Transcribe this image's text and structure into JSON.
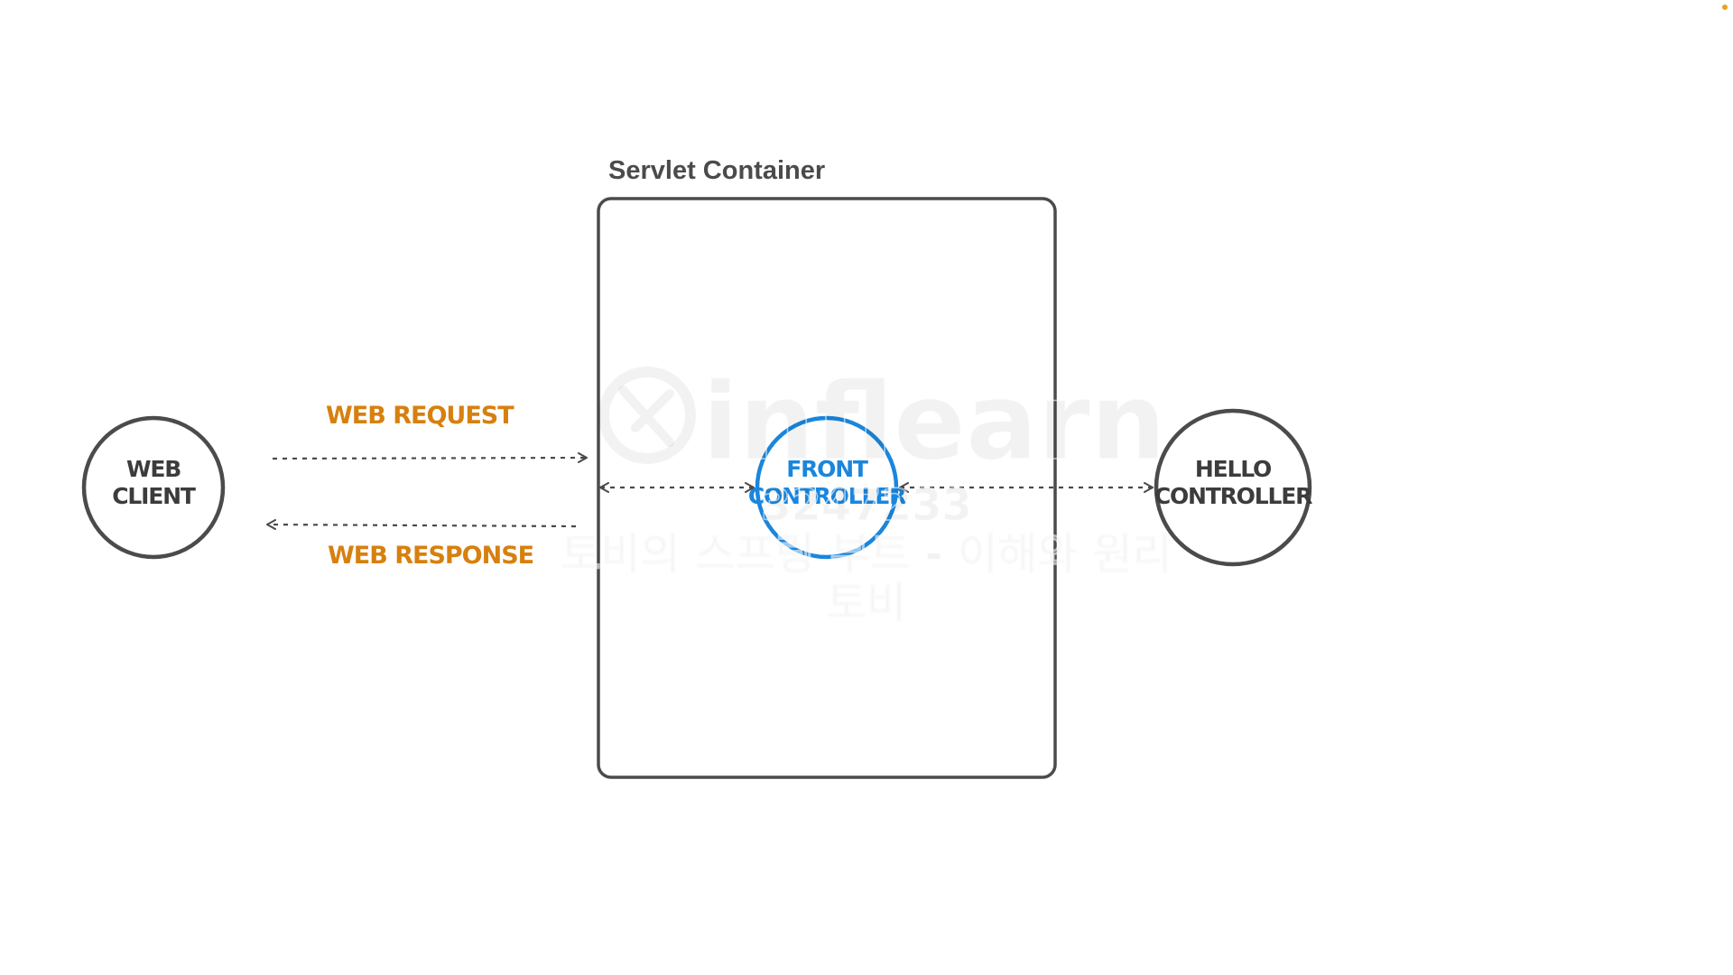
{
  "diagram": {
    "container_title": "Servlet Container",
    "web_client": {
      "line1": "WEB",
      "line2": "CLIENT"
    },
    "front_controller": {
      "line1": "FRONT",
      "line2": "CONTROLLER"
    },
    "hello_controller": {
      "line1": "HELLO",
      "line2": "CONTROLLER"
    },
    "web_request_label": "WEB REQUEST",
    "web_response_label": "WEB RESPONSE"
  },
  "watermark": {
    "logo_text": "inflearn",
    "id_text": "3247233",
    "course_text": "토비의 스프링 부트 - 이해와 원리",
    "author_text": "토비"
  },
  "colors": {
    "stroke_gray": "#4b4b4b",
    "accent_blue": "#1a86dd",
    "label_orange": "#d7800f",
    "arrow_gray": "#4a4a4a"
  }
}
